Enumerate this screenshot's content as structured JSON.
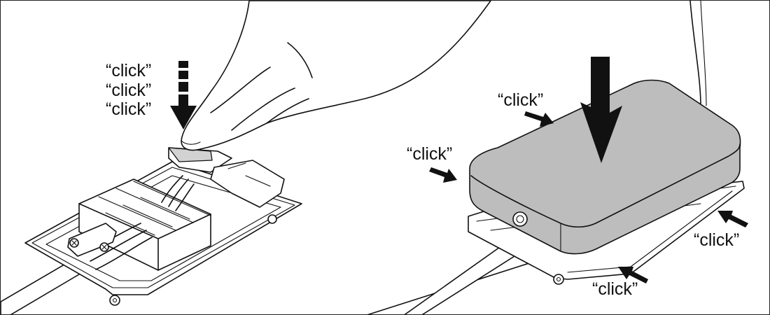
{
  "labels": {
    "left_click_1": "“click”",
    "left_click_2": "“click”",
    "left_click_3": "“click”",
    "right_top": "“click”",
    "right_left": "“click”",
    "right_side": "“click”",
    "right_bottom": "“click”"
  },
  "colors": {
    "outline": "#111111",
    "cover_fill": "#bdbdbd",
    "clip_fill": "#d2d2d2",
    "background": "#ffffff"
  }
}
